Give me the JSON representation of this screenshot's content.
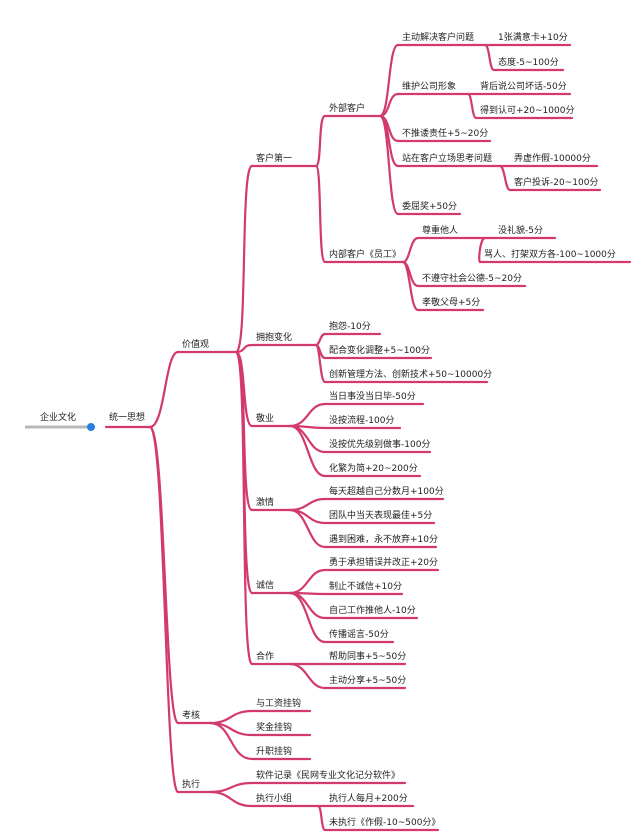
{
  "root": {
    "label": "企业文化"
  },
  "center": {
    "label": "统一思想"
  },
  "branches": {
    "values": {
      "label": "价值观",
      "customer_first": {
        "label": "客户第一",
        "external": {
          "label": "外部客户",
          "solve": {
            "label": "主动解决客户问题",
            "items": [
              "1张满意卡+10分",
              "态度-5~100分"
            ]
          },
          "image": {
            "label": "维护公司形象",
            "items": [
              "背后说公司坏话-50分",
              "得到认可+20~1000分"
            ]
          },
          "no_blame": {
            "label": "不推诿责任+5~20分"
          },
          "stand": {
            "label": "站在客户立场思考问题",
            "items": [
              "弄虚作假-10000分",
              "客户投诉-20~100分"
            ]
          },
          "grievance": {
            "label": "委屈奖+50分"
          }
        },
        "internal": {
          "label": "内部客户《员工》",
          "respect": {
            "label": "尊重他人",
            "items": [
              "没礼貌-5分",
              "骂人、打架双方各-100~1000分"
            ]
          },
          "morals": {
            "label": "不遵守社会公德-5~20分"
          },
          "parents": {
            "label": "孝敬父母+5分"
          }
        }
      },
      "embrace": {
        "label": "拥抱变化",
        "items": [
          "抱怨-10分",
          "配合变化调整+5~100分",
          "创新管理方法、创新技术+50~10000分"
        ]
      },
      "dedication": {
        "label": "敬业",
        "items": [
          "当日事没当日毕-50分",
          "没按流程-100分",
          "没按优先级别做事-100分",
          "化繁为简+20~200分"
        ]
      },
      "passion": {
        "label": "激情",
        "items": [
          "每天超越自己分数月+100分",
          "团队中当天表现最佳+5分",
          "遇到困难，永不放弃+10分"
        ]
      },
      "integrity": {
        "label": "诚信",
        "items": [
          "勇于承担错误并改正+20分",
          "制止不诚信+10分",
          "自己工作推他人-10分",
          "传播谣言-50分"
        ]
      },
      "teamwork": {
        "label": "合作",
        "items": [
          "帮助同事+5~50分",
          "主动分享+5~50分"
        ]
      }
    },
    "assessment": {
      "label": "考核",
      "items": [
        "与工资挂钩",
        "奖金挂钩",
        "升职挂钩"
      ]
    },
    "execution": {
      "label": "执行",
      "software": {
        "label": "软件记录《民网专业文化记分软件》"
      },
      "team": {
        "label": "执行小组",
        "items": [
          "执行人每月+200分",
          "未执行《作假-10~500分》"
        ]
      }
    }
  },
  "colors": {
    "branch": "#d23a6e",
    "root_line": "#b8b8b8",
    "dot": "#2a7de1"
  }
}
